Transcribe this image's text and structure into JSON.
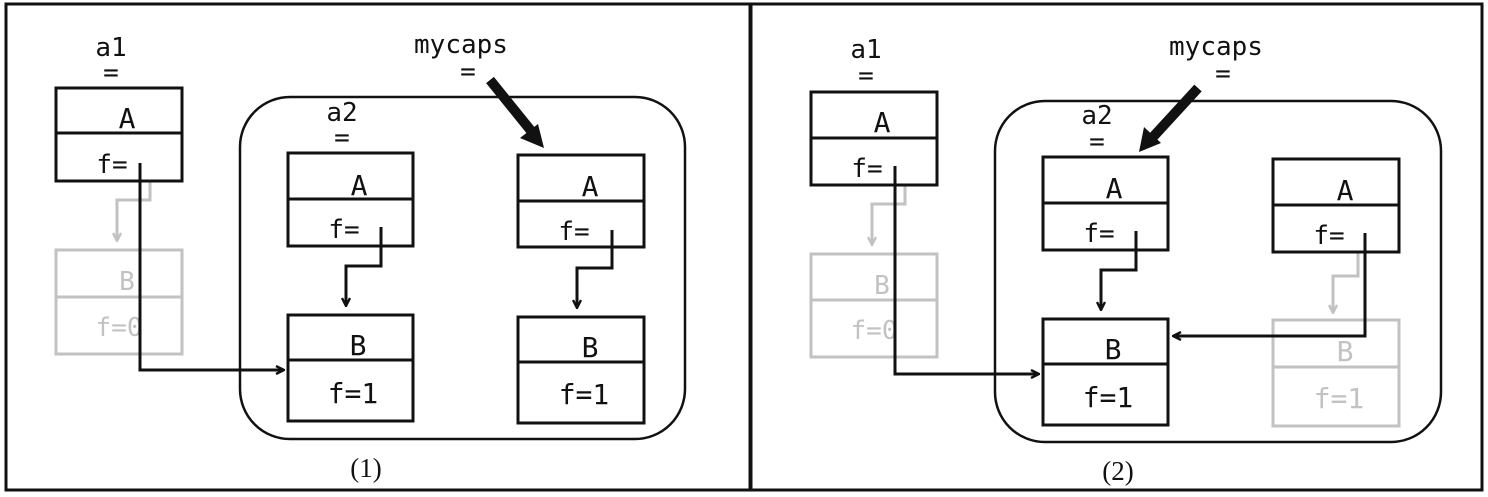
{
  "colors": {
    "ink": "#111111",
    "faded": "#c2c2c2",
    "background": "#ffffff"
  },
  "panel1": {
    "caption": "(1)",
    "labels": {
      "a1": "a1",
      "a2": "a2",
      "mycaps": "mycaps",
      "eq": "="
    },
    "objects": {
      "a1_class": "A",
      "a1_field": "f=",
      "stale_class": "B",
      "stale_field": "f=0",
      "a2_class": "A",
      "a2_field": "f=",
      "b_shared_class": "B",
      "b_shared_field": "f=1",
      "cap_class": "A",
      "cap_field": "f=",
      "cap_b_class": "B",
      "cap_b_field": "f=1"
    }
  },
  "panel2": {
    "caption": "(2)",
    "labels": {
      "a1": "a1",
      "a2": "a2",
      "mycaps": "mycaps",
      "eq": "="
    },
    "objects": {
      "a1_class": "A",
      "a1_field": "f=",
      "stale_class": "B",
      "stale_field": "f=0",
      "a2_class": "A",
      "a2_field": "f=",
      "b_shared_class": "B",
      "b_shared_field": "f=1",
      "cap_class": "A",
      "cap_field": "f=",
      "cap_b_class": "B",
      "cap_b_field": "f=1"
    }
  }
}
